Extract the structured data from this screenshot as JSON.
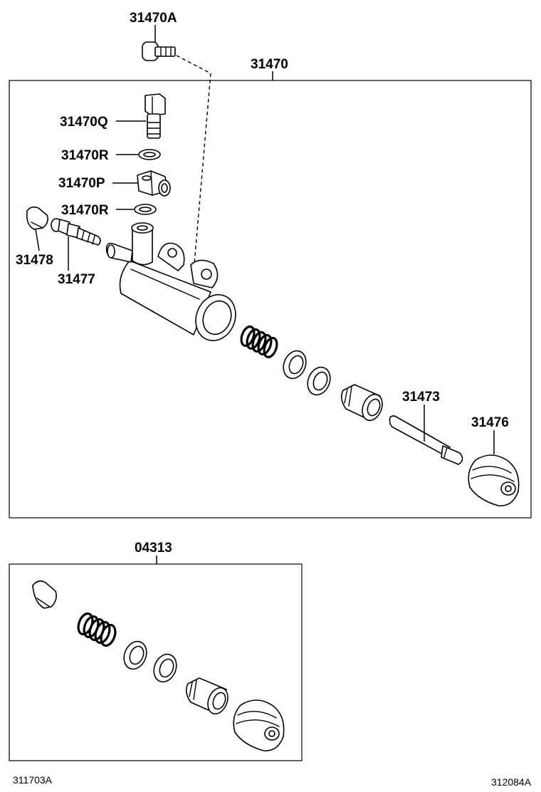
{
  "labels": {
    "bolt_top": "31470A",
    "assembly": "31470",
    "union_bolt": "31470Q",
    "gasket_upper": "31470R",
    "union": "31470P",
    "gasket_lower": "31470R",
    "cap": "31478",
    "bleeder": "31477",
    "push_rod": "31473",
    "boot": "31476",
    "kit": "04313"
  },
  "codes": {
    "left": "311703A",
    "right": "312084A"
  }
}
